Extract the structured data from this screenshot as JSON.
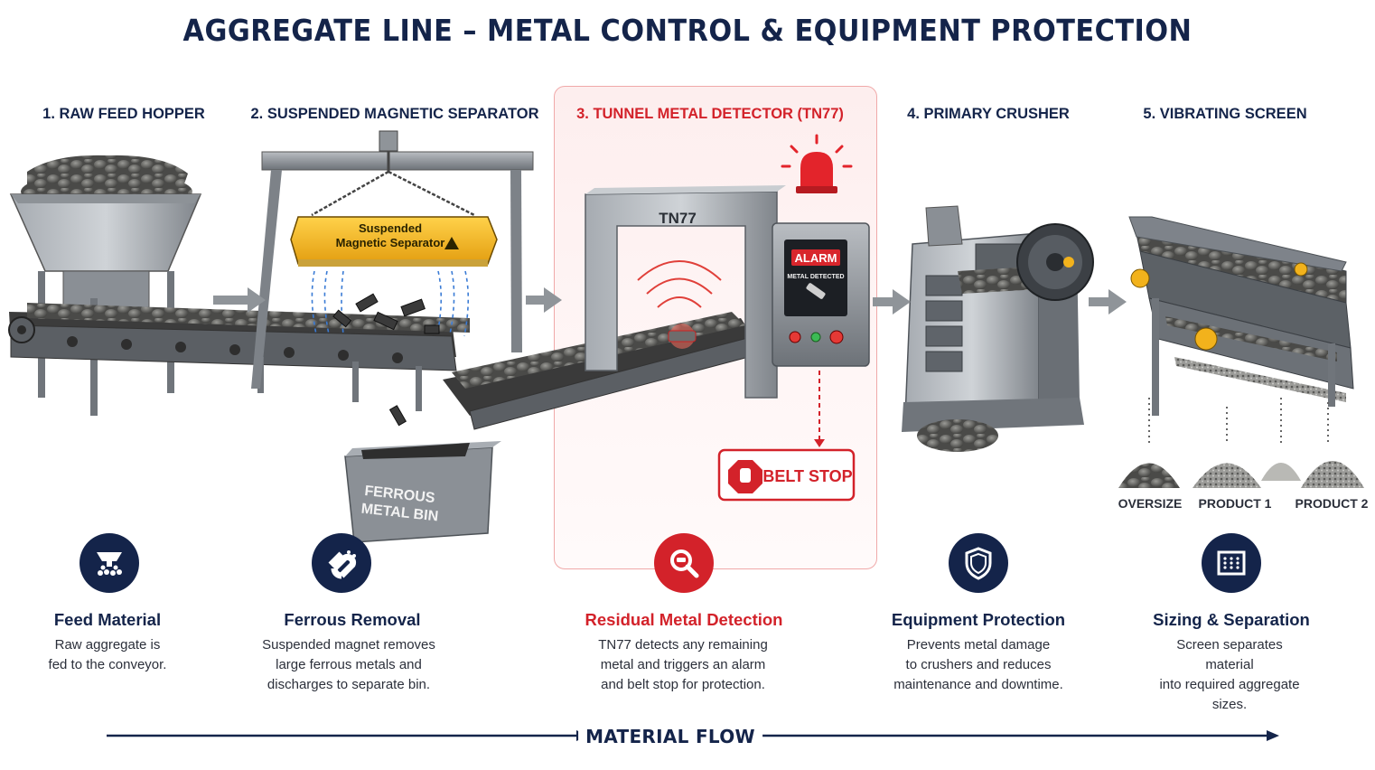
{
  "title": "AGGREGATE LINE – METAL CONTROL & EQUIPMENT PROTECTION",
  "stages": [
    {
      "label": "1. RAW FEED HOPPER"
    },
    {
      "label": "2. SUSPENDED MAGNETIC SEPARATOR"
    },
    {
      "label": "3. TUNNEL METAL DETECTOR (TN77)"
    },
    {
      "label": "4. PRIMARY CRUSHER"
    },
    {
      "label": "5. VIBRATING SCREEN"
    }
  ],
  "scene": {
    "magnet_label_1": "Suspended",
    "magnet_label_2": "Magnetic Separator",
    "bin_label_1": "FERROUS",
    "bin_label_2": "METAL BIN",
    "detector_label": "TN77",
    "alarm_title": "ALARM",
    "alarm_sub": "METAL DETECTED",
    "belt_stop": "BELT STOP",
    "screen_outputs": [
      "OVERSIZE",
      "PRODUCT 1",
      "PRODUCT 2"
    ]
  },
  "info": [
    {
      "icon": "hopper-icon",
      "title": "Feed Material",
      "desc": "Raw aggregate is\nfed to the conveyor."
    },
    {
      "icon": "magnet-icon",
      "title": "Ferrous Removal",
      "desc": "Suspended magnet removes\nlarge ferrous metals and\ndischarges to separate bin."
    },
    {
      "icon": "magnifier-icon",
      "title": "Residual Metal Detection",
      "desc": "TN77 detects any remaining\nmetal and triggers an alarm\nand belt stop for protection."
    },
    {
      "icon": "shield-icon",
      "title": "Equipment Protection",
      "desc": "Prevents metal damage\nto crushers and reduces\nmaintenance and downtime."
    },
    {
      "icon": "screen-icon",
      "title": "Sizing & Separation",
      "desc": "Screen separates material\ninto required aggregate\nsizes."
    }
  ],
  "flow_label": "MATERIAL FLOW",
  "colors": {
    "navy": "#14244a",
    "red": "#d3222a",
    "steel": "#8a8f96",
    "yellow": "#f2b21c"
  }
}
